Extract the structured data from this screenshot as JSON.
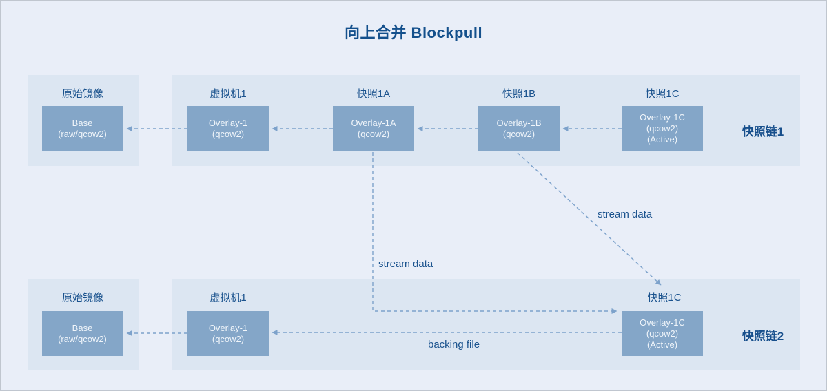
{
  "title": "向上合并 Blockpull",
  "chain1": {
    "name": "快照链1",
    "source": {
      "label": "原始镜像",
      "box_line1": "Base",
      "box_line2": "(raw/qcow2)"
    },
    "nodes": [
      {
        "label": "虚拟机1",
        "line1": "Overlay-1",
        "line2": "(qcow2)"
      },
      {
        "label": "快照1A",
        "line1": "Overlay-1A",
        "line2": "(qcow2)"
      },
      {
        "label": "快照1B",
        "line1": "Overlay-1B",
        "line2": "(qcow2)"
      },
      {
        "label": "快照1C",
        "line1": "Overlay-1C",
        "line2": "(qcow2)",
        "line3": "(Active)"
      }
    ]
  },
  "chain2": {
    "name": "快照链2",
    "source": {
      "label": "原始镜像",
      "box_line1": "Base",
      "box_line2": "(raw/qcow2)"
    },
    "nodes": [
      {
        "label": "虚拟机1",
        "line1": "Overlay-1",
        "line2": "(qcow2)"
      },
      {
        "label": "快照1C",
        "line1": "Overlay-1C",
        "line2": "(qcow2)",
        "line3": "(Active)"
      }
    ]
  },
  "annotations": {
    "stream_data_vertical": "stream data",
    "stream_data_diagonal": "stream data",
    "backing_file": "backing file"
  },
  "colors": {
    "background": "#e9eef8",
    "panel": "#dce6f2",
    "node_fill": "#84a6c8",
    "node_text": "#f0f5fa",
    "label_text": "#1b538e",
    "title_text": "#14508c",
    "connector": "#7da2cb"
  }
}
